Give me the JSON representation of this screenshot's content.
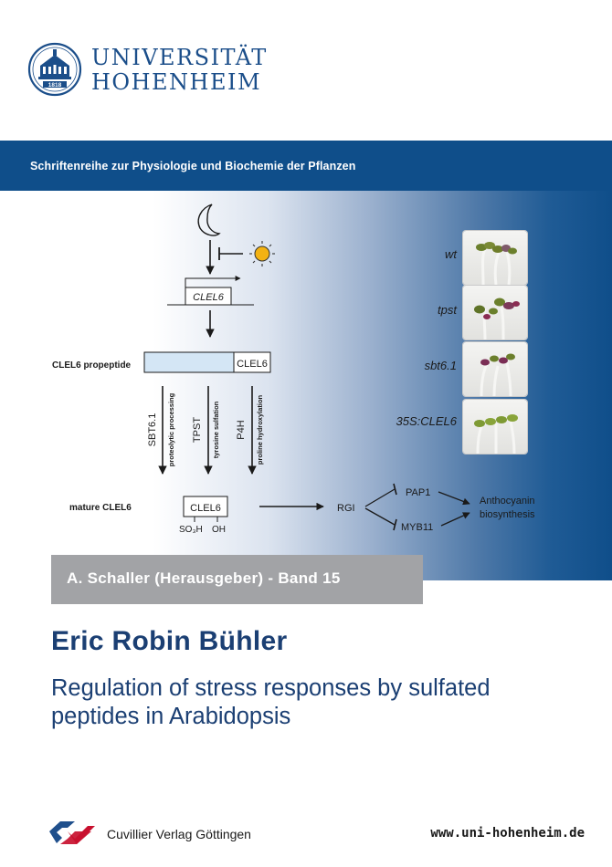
{
  "university": {
    "line1": "UNIVERSITÄT",
    "line2": "HOHENHEIM",
    "seal_year": "1818",
    "seal_icon": "castle-seal-icon"
  },
  "series": "Schriftenreihe zur Physiologie und Biochemie der Pflanzen",
  "diagram": {
    "moon_icon": "moon-icon",
    "sun_icon": "sun-icon",
    "gene_label": "CLEL6",
    "propeptide_label": "CLEL6 propeptide",
    "propeptide_domain": "CLEL6",
    "steps": [
      {
        "enzyme": "SBT6.1",
        "process": "proteolytic processing"
      },
      {
        "enzyme": "TPST",
        "process": "tyrosine sulfation"
      },
      {
        "enzyme": "P4H",
        "process": "proline hydroxylation"
      }
    ],
    "mature_label": "mature CLEL6",
    "mature_domain": "CLEL6",
    "mod_so3h": "SO₃H",
    "mod_oh": "OH",
    "rgi": "RGI",
    "pap1": "PAP1",
    "myb11": "MYB11",
    "output_line1": "Anthocyanin",
    "output_line2": "biosynthesis"
  },
  "seedlings": [
    "wt",
    "tpst",
    "sbt6.1",
    "35S:CLEL6"
  ],
  "editor": "A. Schaller (Herausgeber) - Band 15",
  "author": "Eric Robin Bühler",
  "title_line1": "Regulation of stress responses by sulfated",
  "title_line2": "peptides in Arabidopsis",
  "publisher": {
    "name": "Cuvillier Verlag Göttingen",
    "logo_icon": "cuvillier-logo-icon"
  },
  "website": "www.uni-hohenheim.de",
  "colors": {
    "brand_blue": "#0f4e8a",
    "title_blue": "#1b3f73",
    "editor_gray": "#a2a3a6"
  }
}
